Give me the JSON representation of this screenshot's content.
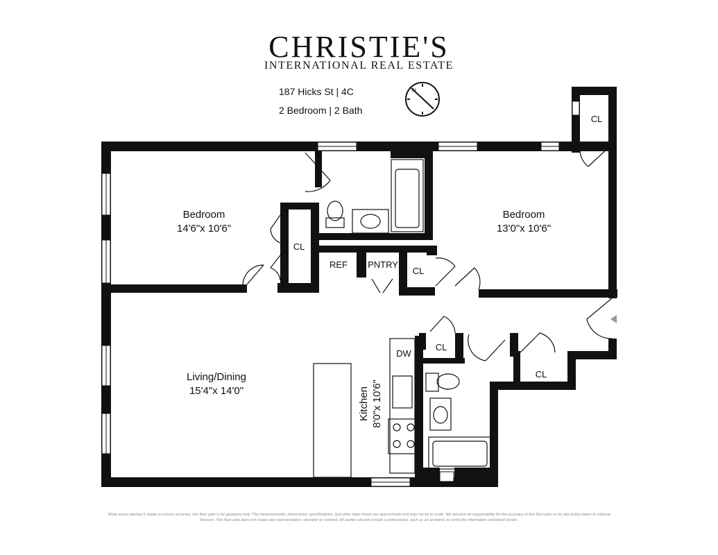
{
  "brand": {
    "name": "CHRISTIE'S",
    "subtitle": "INTERNATIONAL REAL ESTATE"
  },
  "listing": {
    "address": "187 Hicks St | 4C",
    "details": "2 Bedroom | 2 Bath"
  },
  "rooms": {
    "bedroom_left": {
      "name": "Bedroom",
      "size": "14'6\"x 10'6\""
    },
    "bedroom_right": {
      "name": "Bedroom",
      "size": "13'0\"x 10'6\""
    },
    "living": {
      "name": "Living/Dining",
      "size": "15'4\"x 14'0\""
    },
    "kitchen": {
      "name": "Kitchen",
      "size": "8'0\"x 10'6\""
    }
  },
  "labels": {
    "cl": "CL",
    "ref": "REF",
    "pantry": "PNTRY",
    "dw": "DW"
  },
  "icons": {
    "compass": "compass-icon"
  },
  "disclaimer": "While every attempt is made to ensure accuracy, this floor plan is for guidance only. The measurements, dimensions, specifications, and other data shown are approximate and may not be to scale. We assume no responsibility for the accuracy of this floor plan or for any action taken in reliance thereon. This floor plan does not create any representation, warranty or contract. All parties should consult a professional, such as an architect, to verify the information contained herein."
}
